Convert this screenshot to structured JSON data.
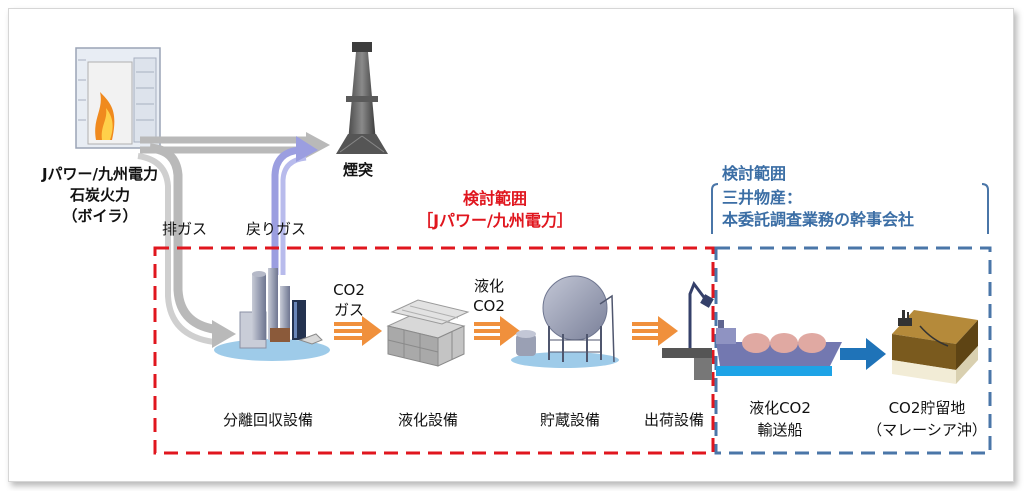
{
  "labels": {
    "plant": [
      "Jパワー/九州電力",
      "石炭火力",
      "（ボイラ）"
    ],
    "chimney": "煙突",
    "exhaust_gas": "排ガス",
    "return_gas": "戻りガス",
    "co2_gas": [
      "CO2",
      "ガス"
    ],
    "liquefied_co2": [
      "液化",
      "CO2"
    ],
    "scope_red": [
      "検討範囲",
      "［Jパワー/九州電力］"
    ],
    "scope_blue": [
      "検討範囲",
      "三井物産：",
      "本委託調査業務の幹事会社"
    ],
    "separation": "分離回収設備",
    "liquefaction": "液化設備",
    "storage": "貯蔵設備",
    "shipping": "出荷設備",
    "ship": [
      "液化CO2",
      "輸送船"
    ],
    "storage_site": [
      "CO2貯留地",
      "（マレーシア沖）"
    ]
  },
  "colors": {
    "red_scope": "#e0161e",
    "blue_scope": "#4a76a8",
    "orange_arrow": "#f0903c",
    "grey_pipe": "#b9b9b9",
    "purple_pipe": "#9b9ee0",
    "ship_hull": "#7378b0",
    "sea": "#1ea3e6"
  }
}
